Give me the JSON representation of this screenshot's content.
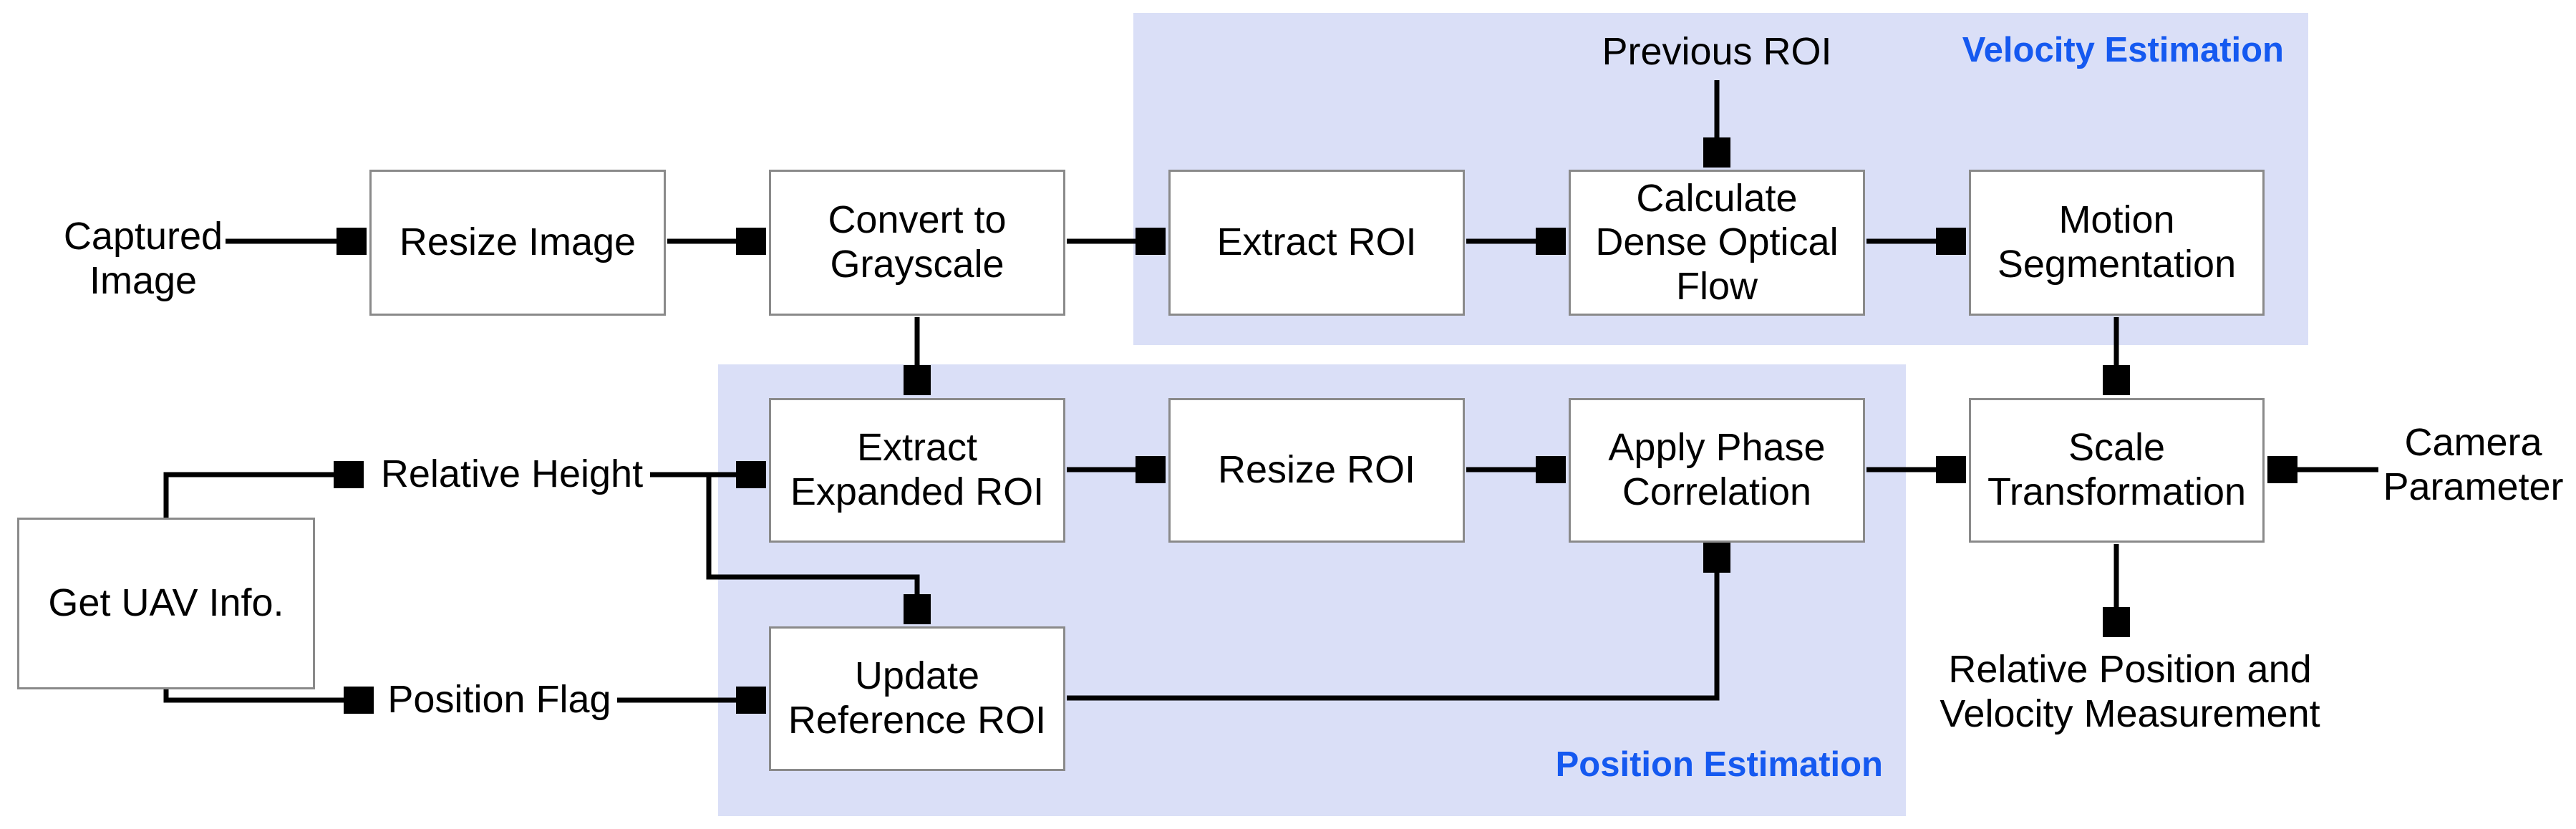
{
  "regions": {
    "velocity": {
      "label": "Velocity Estimation"
    },
    "position": {
      "label": "Position Estimation"
    }
  },
  "nodes": {
    "resize_image": {
      "label": "Resize Image"
    },
    "convert_grayscale": {
      "label": "Convert to\nGrayscale"
    },
    "extract_roi": {
      "label": "Extract ROI"
    },
    "calc_dense_optical_flow": {
      "label": "Calculate\nDense Optical\nFlow"
    },
    "motion_segmentation": {
      "label": "Motion\nSegmentation"
    },
    "extract_expanded_roi": {
      "label": "Extract\nExpanded ROI"
    },
    "resize_roi": {
      "label": "Resize ROI"
    },
    "apply_phase_correlation": {
      "label": "Apply Phase\nCorrelation"
    },
    "scale_transformation": {
      "label": "Scale\nTransformation"
    },
    "update_reference_roi": {
      "label": "Update\nReference ROI"
    },
    "get_uav_info": {
      "label": "Get UAV Info."
    }
  },
  "labels": {
    "captured_image": "Captured\nImage",
    "previous_roi": "Previous ROI",
    "relative_height": "Relative Height",
    "position_flag": "Position Flag",
    "camera_parameter": "Camera\nParameter",
    "output": "Relative Position and\nVelocity Measurement"
  },
  "colors": {
    "region_background": "#dadff7",
    "region_label_text": "#1559f0",
    "box_fill": "#ffffff",
    "box_border": "#8a8a8a",
    "arrow": "#000000",
    "text": "#000000"
  }
}
